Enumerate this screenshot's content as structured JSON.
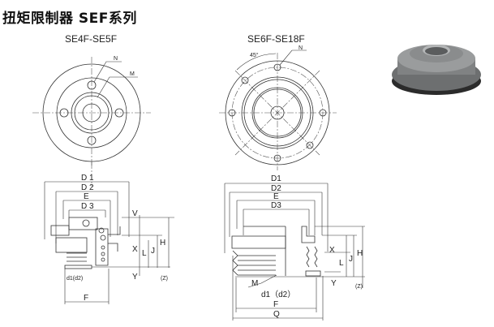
{
  "title": "扭矩限制器 SEF系列",
  "views": {
    "left_caption": "SE4F-SE5F",
    "right_caption": "SE6F-SE18F",
    "left_front": {
      "n": "N",
      "m": "M"
    },
    "right_front": {
      "n": "N",
      "angle": "45°"
    },
    "left_section": {
      "d1": "D 1",
      "d2": "D 2",
      "e": "E",
      "d3": "D 3",
      "v": "V",
      "x": "X",
      "l": "L",
      "j": "J",
      "h": "H",
      "y": "Y",
      "z": "(Z)",
      "bore": "d1(d2)",
      "f": "F"
    },
    "right_section": {
      "d1": "D1",
      "d2": "D2",
      "e": "E",
      "d3": "D3",
      "x": "X",
      "j": "J",
      "l": "L",
      "h": "H",
      "y": "Y",
      "z": "(Z)",
      "m": "M",
      "bore": "d1（d2）",
      "f": "F",
      "q": "Q"
    }
  },
  "colors": {
    "line": "#333333",
    "product_metal": "#7d7f80",
    "product_dark": "#2b2b2b"
  }
}
